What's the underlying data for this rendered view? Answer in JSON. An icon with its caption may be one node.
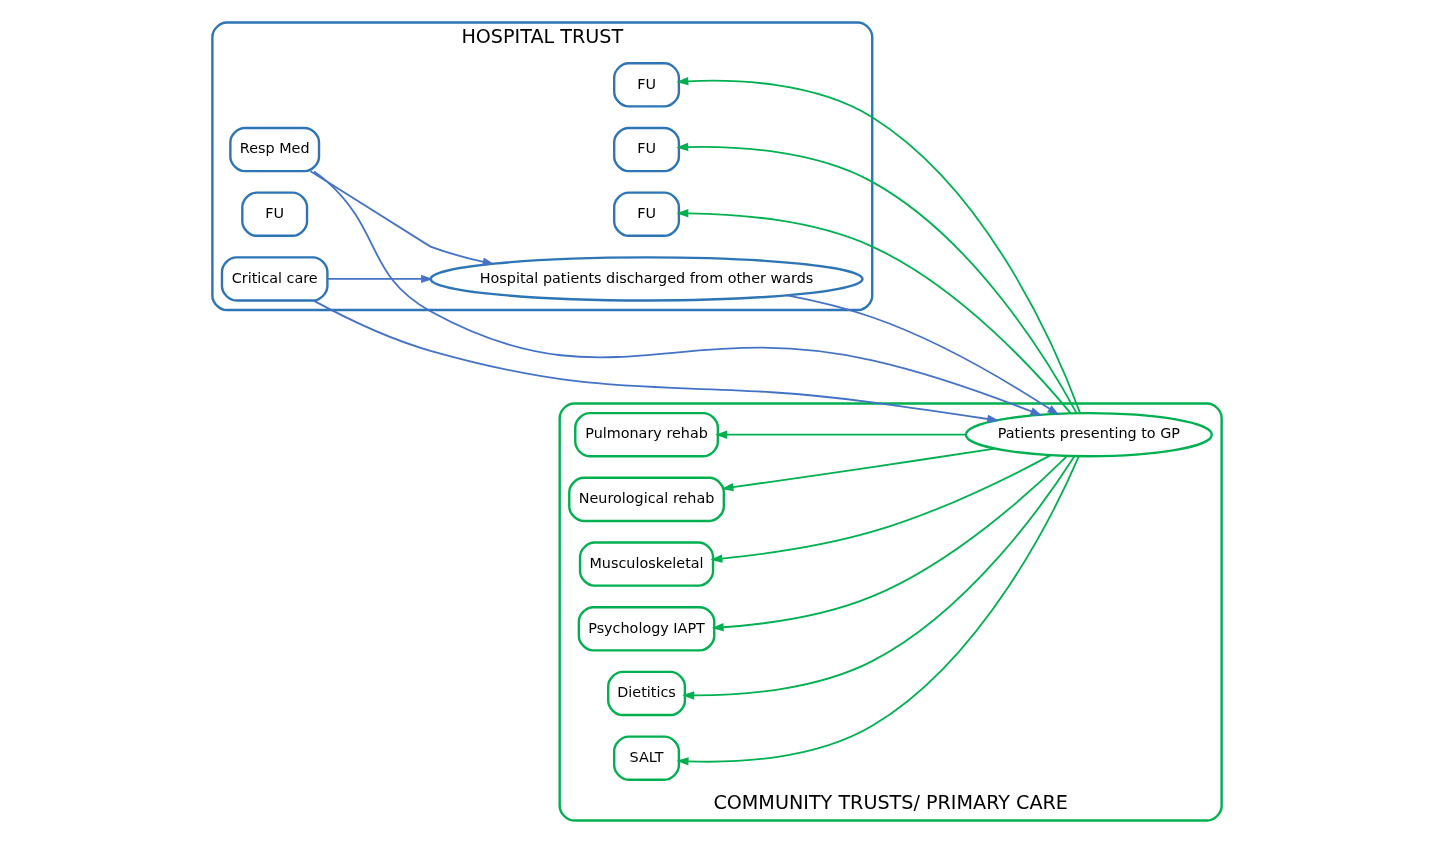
{
  "diagram": {
    "nodes": [
      {
        "text": [
          "HOSPITAL TRUST"
        ]
      },
      {
        "text": [
          "COMMUNITY TRUSTS/ PRIMARY CARE"
        ]
      },
      {
        "text": [
          "Resp Med"
        ],
        "in": 0
      },
      {
        "text": [
          "FU"
        ],
        "in": 0
      },
      {
        "text": [
          "Hospital patients discharged from other wards"
        ],
        "in": 0
      },
      {
        "text": [
          "FU"
        ],
        "in": 0
      },
      {
        "text": [
          "FU"
        ],
        "in": 0
      },
      {
        "text": [
          "FU"
        ],
        "in": 0
      },
      {
        "text": [
          "Critical care"
        ],
        "in": 0
      },
      {
        "text": [
          "Pulmonary rehab"
        ],
        "in": 1
      },
      {
        "text": [
          "Neurological rehab"
        ],
        "in": 1
      },
      {
        "text": [
          "Musculoskeletal"
        ],
        "in": 1
      },
      {
        "text": [
          "Patients presenting to GP"
        ],
        "in": 1
      },
      {
        "text": [
          "Psychology IAPT"
        ],
        "in": 1
      },
      {
        "text": [
          "Dietitics"
        ],
        "in": 1
      },
      {
        "text": [
          "SALT"
        ],
        "in": 1
      }
    ],
    "edges": [
      {
        "from": 2,
        "to": 12,
        "arrow": "to",
        "color": "#4472c4"
      },
      {
        "from": 12,
        "to": 3,
        "arrow": "to"
      },
      {
        "from": 12,
        "to": 9,
        "arrow": "to"
      },
      {
        "from": 12,
        "to": 10,
        "arrow": "to"
      },
      {
        "from": 12,
        "to": 11,
        "arrow": "to"
      },
      {
        "from": 12,
        "to": 5,
        "arrow": "to"
      },
      {
        "from": 4,
        "to": 12,
        "arrow": "to",
        "color": "#4472c4"
      },
      {
        "from": 12,
        "to": 6,
        "arrow": "to"
      },
      {
        "from": 12,
        "to": 13,
        "arrow": "to"
      },
      {
        "from": 12,
        "to": 14,
        "arrow": "to"
      },
      {
        "from": 12,
        "to": 15,
        "arrow": "to"
      },
      {
        "from": 8,
        "to": 12,
        "arrow": "to",
        "color": "#4472c4"
      },
      {
        "from": 2,
        "to": 4,
        "arrow": "to",
        "color": "#4472c4"
      },
      {
        "from": 8,
        "to": 4,
        "arrow": "to",
        "color": "#4472c4"
      }
    ]
  }
}
